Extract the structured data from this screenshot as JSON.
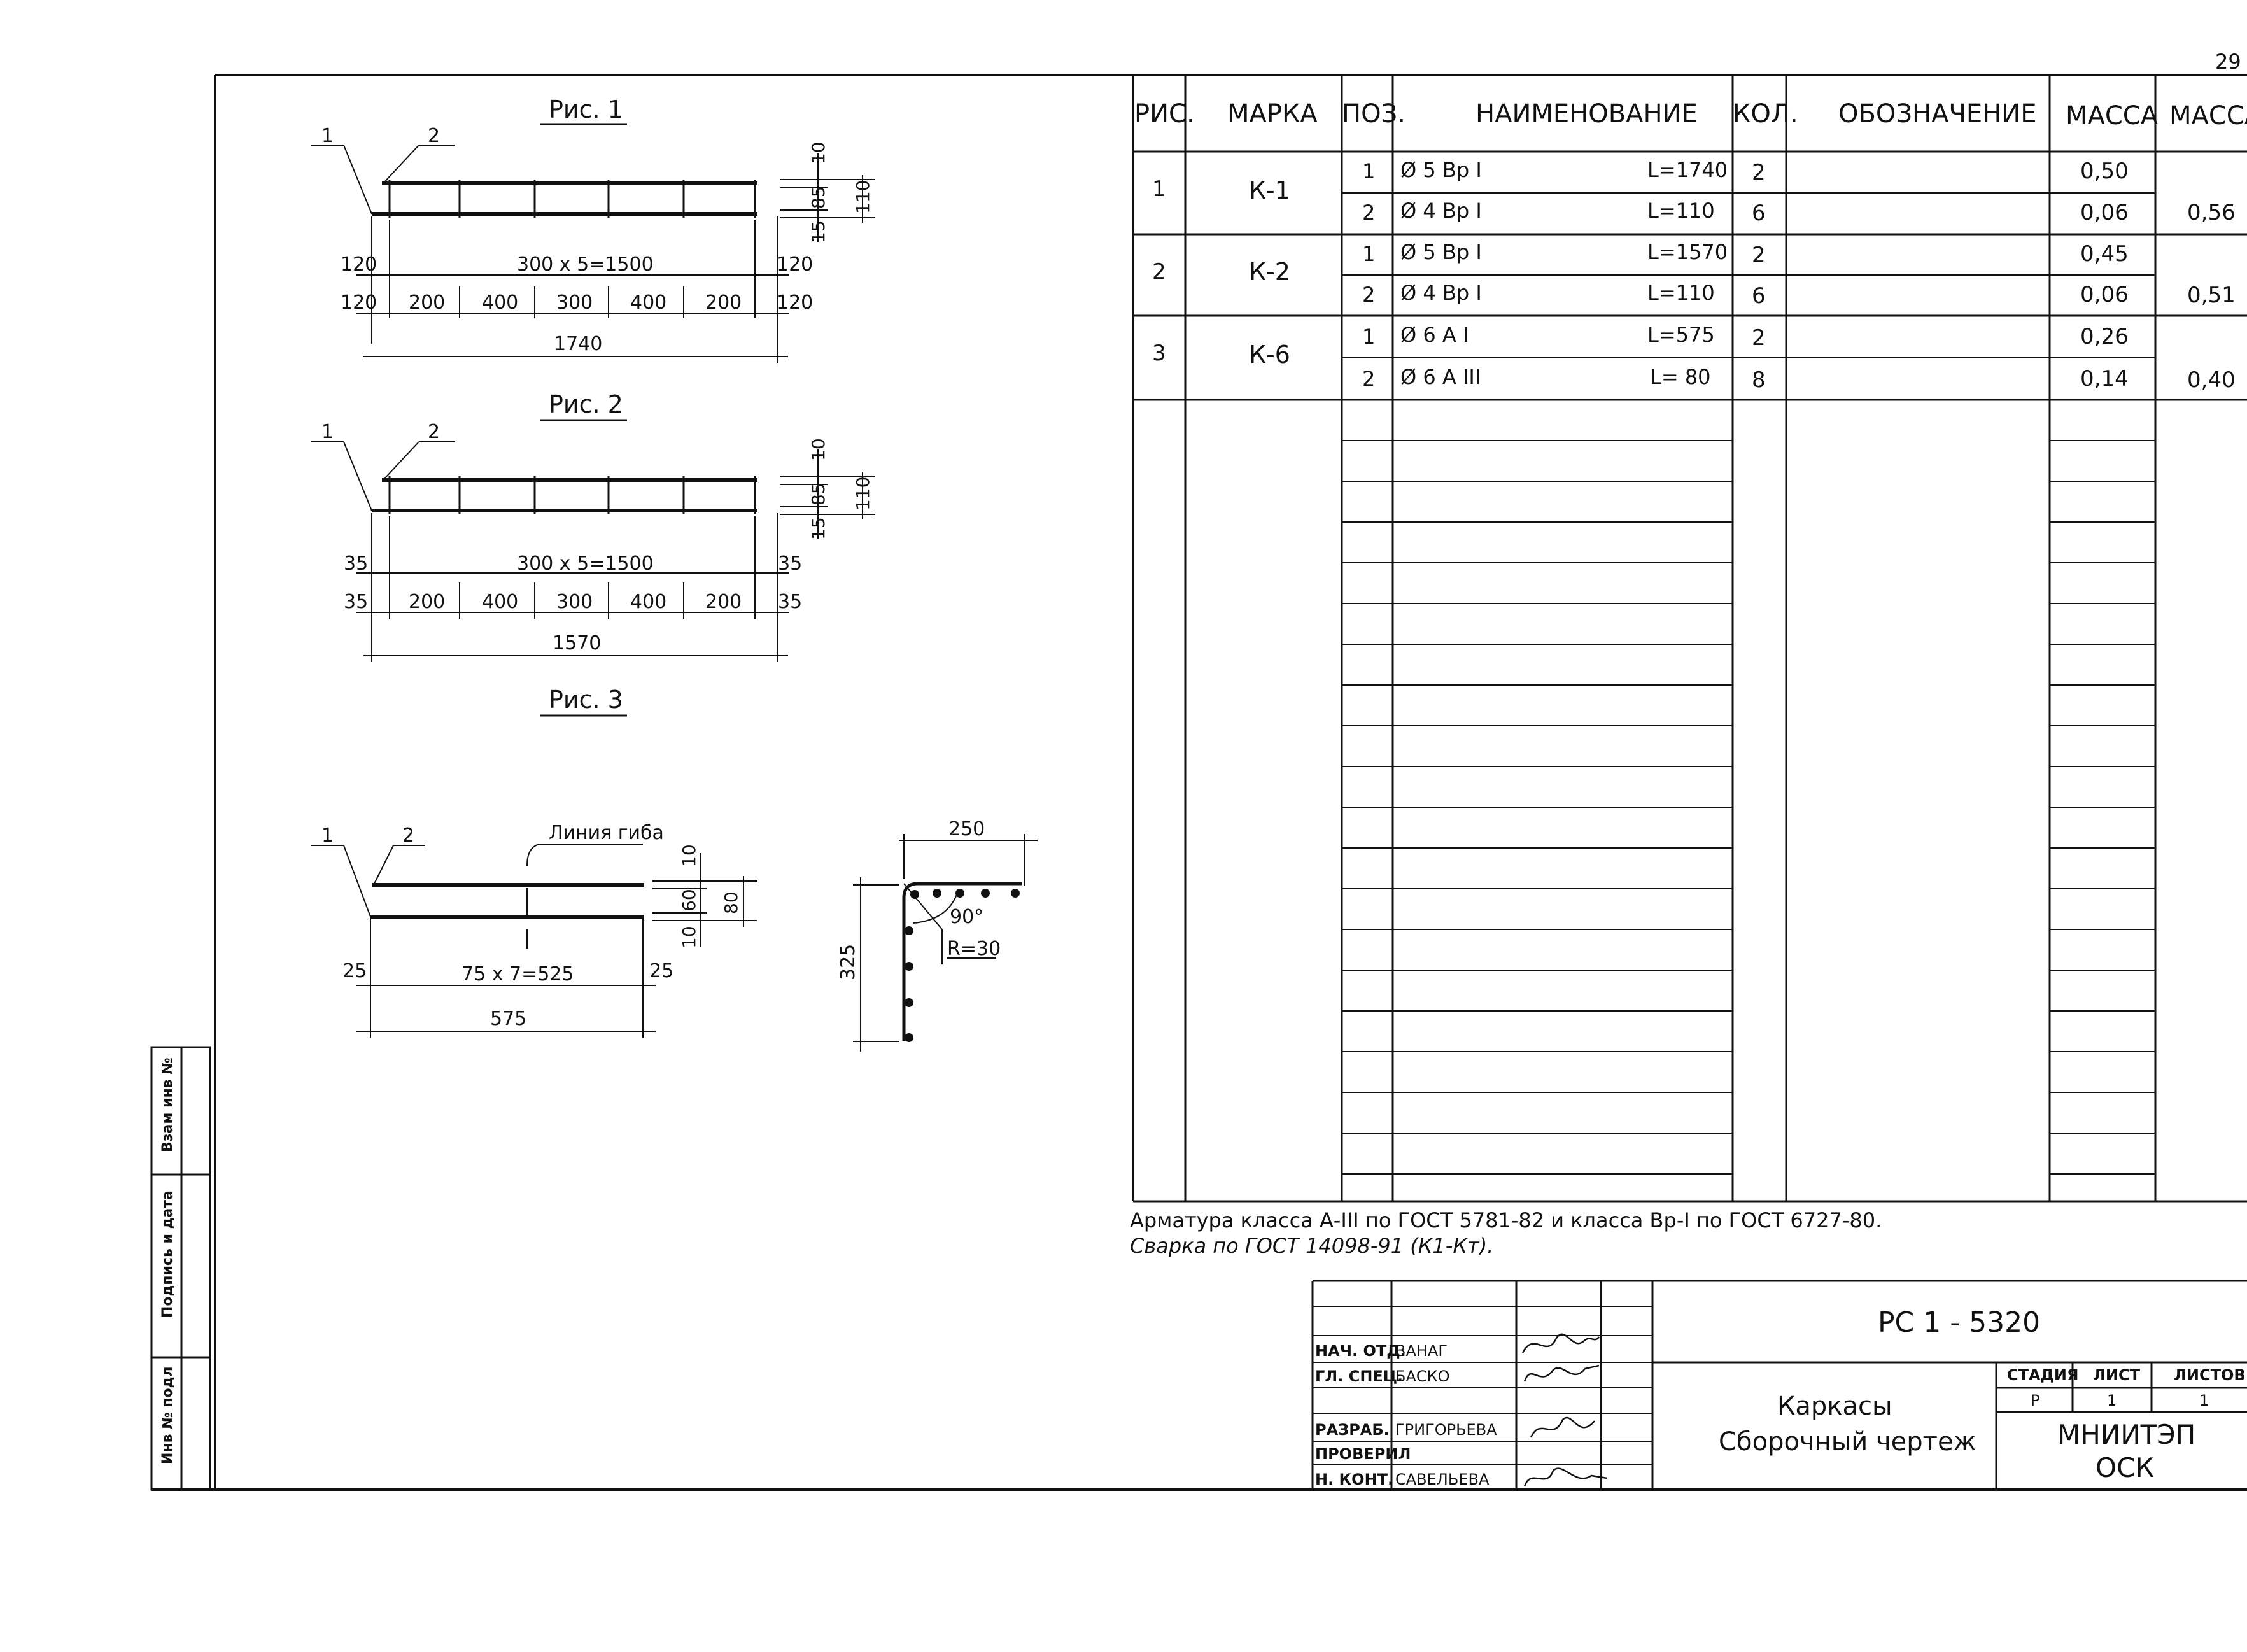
{
  "page_number": "29",
  "figures": {
    "fig1": {
      "title": "Рис. 1",
      "callout_1": "1",
      "callout_2": "2",
      "dim_top": "10",
      "dim_mid": "85",
      "dim_bot": "15",
      "dim_total": "110",
      "dim_spacing": "300 x 5=1500",
      "dim_end_left_1": "120",
      "dim_end_right_1": "120",
      "dim_end_left_2": "120",
      "dim_end_right_2": "120",
      "segments": [
        "200",
        "400",
        "300",
        "400",
        "200"
      ],
      "dim_overall": "1740"
    },
    "fig2": {
      "title": "Рис. 2",
      "callout_1": "1",
      "callout_2": "2",
      "dim_top": "10",
      "dim_mid": "85",
      "dim_bot": "15",
      "dim_total": "110",
      "dim_spacing": "300 x 5=1500",
      "dim_end_left_1": "35",
      "dim_end_right_1": "35",
      "dim_end_left_2": "35",
      "dim_end_right_2": "35",
      "segments": [
        "200",
        "400",
        "300",
        "400",
        "200"
      ],
      "dim_overall": "1570"
    },
    "fig3": {
      "title": "Рис. 3",
      "callout_1": "1",
      "callout_2": "2",
      "bend_line_label": "Линия гиба",
      "dim_top": "10",
      "dim_mid": "60",
      "dim_bot": "10",
      "dim_total": "80",
      "dim_spacing": "75 x 7=525",
      "dim_end_left": "25",
      "dim_end_right": "25",
      "dim_overall": "575"
    },
    "bend_detail": {
      "dim_width": "250",
      "dim_height": "325",
      "angle": "90°",
      "radius": "R=30"
    }
  },
  "spec_table": {
    "headers": [
      "РИС.",
      "МАРКА",
      "ПОЗ.",
      "НАИМЕНОВАНИЕ",
      "КОЛ.",
      "ОБОЗНАЧЕНИЕ",
      "МАССА",
      "МАССА"
    ],
    "groups": [
      {
        "fig": "1",
        "mark": "К-1",
        "total_mass": "0,56",
        "rows": [
          {
            "pos": "1",
            "name": "Ø 5 Вр I",
            "length": "L=1740",
            "qty": "2",
            "designation": "",
            "mass": "0,50"
          },
          {
            "pos": "2",
            "name": "Ø 4 Вр I",
            "length": "L=110",
            "qty": "6",
            "designation": "",
            "mass": "0,06"
          }
        ]
      },
      {
        "fig": "2",
        "mark": "К-2",
        "total_mass": "0,51",
        "rows": [
          {
            "pos": "1",
            "name": "Ø 5 Вр I",
            "length": "L=1570",
            "qty": "2",
            "designation": "",
            "mass": "0,45"
          },
          {
            "pos": "2",
            "name": "Ø 4 Вр I",
            "length": "L=110",
            "qty": "6",
            "designation": "",
            "mass": "0,06"
          }
        ]
      },
      {
        "fig": "3",
        "mark": "К-6",
        "total_mass": "0,40",
        "rows": [
          {
            "pos": "1",
            "name": "Ø 6 А I",
            "length": "L=575",
            "qty": "2",
            "designation": "",
            "mass": "0,26"
          },
          {
            "pos": "2",
            "name": "Ø 6 А III",
            "length": "L= 80",
            "qty": "8",
            "designation": "",
            "mass": "0,14"
          }
        ]
      }
    ]
  },
  "notes": [
    "Арматура класса А-III по ГОСТ 5781-82 и класса Вр-I по ГОСТ 6727-80.",
    "Сварка по ГОСТ 14098-91 (К1-Кт)."
  ],
  "side_stamp": [
    "Взам инв №",
    "Подпись и дата",
    "Инв № подл"
  ],
  "title_block": {
    "code": "РС 1 - 5320",
    "title_line1": "Каркасы",
    "title_line2": "Сборочный чертеж",
    "stage_label": "СТАДИЯ",
    "sheet_label": "ЛИСТ",
    "sheets_label": "ЛИСТОВ",
    "stage": "Р",
    "sheet": "1",
    "sheets": "1",
    "org_line1": "МНИИТЭП",
    "org_line2": "ОСК",
    "people": [
      {
        "role": "НАЧ. ОТД.",
        "name": "ВАНАГ"
      },
      {
        "role": "ГЛ. СПЕЦ.",
        "name": "БАСКО"
      },
      {
        "role": "РАЗРАБ.",
        "name": "ГРИГОРЬЕВА"
      },
      {
        "role": "ПРОВЕРИЛ",
        "name": ""
      },
      {
        "role": "Н. КОНТ.",
        "name": "САВЕЛЬЕВА"
      }
    ]
  }
}
